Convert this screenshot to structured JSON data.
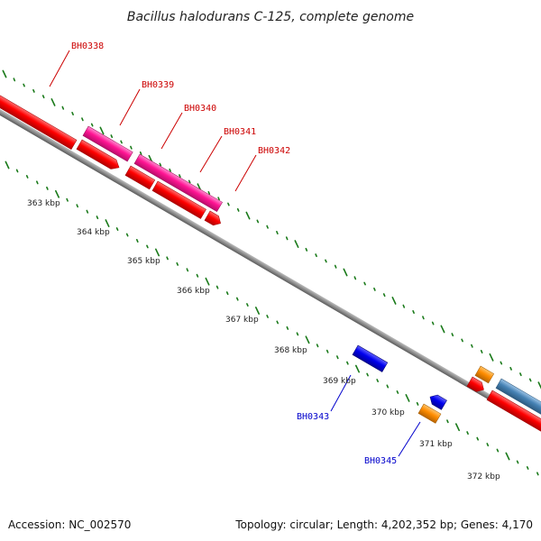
{
  "title": "Bacillus halodurans C-125, complete genome",
  "footer": {
    "accession": "Accession: NC_002570",
    "summary": "Topology: circular; Length: 4,202,352 bp; Genes: 4,170"
  },
  "colors": {
    "background": "#ffffff",
    "backbone": "#8c8c8c",
    "tick": "#1a7a1a",
    "forward_gene_label": "#cc0000",
    "reverse_gene_label": "#0000cc",
    "cds_red": "#ff0000",
    "cds_pink": "#ff1493",
    "cds_blue": "#0000ee",
    "cds_orange": "#ff8c00",
    "cds_steelblue": "#4682b4"
  },
  "scale_labels": [
    "363 kbp",
    "364 kbp",
    "365 kbp",
    "366 kbp",
    "367 kbp",
    "368 kbp",
    "369 kbp",
    "370 kbp",
    "371 kbp",
    "372 kbp"
  ],
  "gene_labels": [
    {
      "text": "BH0338",
      "strand": "forward"
    },
    {
      "text": "BH0339",
      "strand": "forward"
    },
    {
      "text": "BH0340",
      "strand": "forward"
    },
    {
      "text": "BH0341",
      "strand": "forward"
    },
    {
      "text": "BH0342",
      "strand": "forward"
    },
    {
      "text": "BH0343",
      "strand": "reverse"
    },
    {
      "text": "BH0345",
      "strand": "reverse"
    }
  ]
}
